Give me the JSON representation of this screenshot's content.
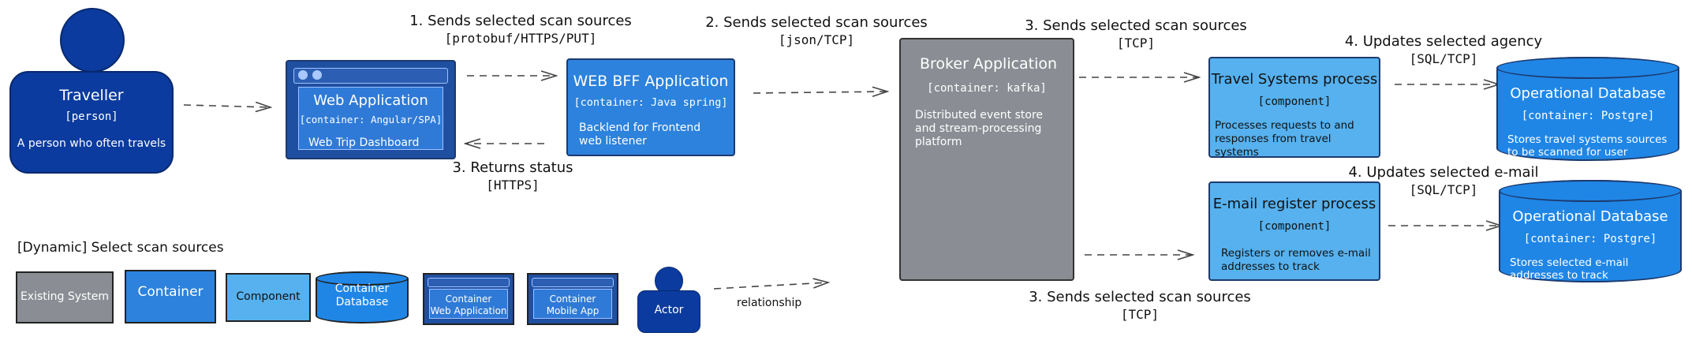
{
  "colors": {
    "person": "#0b3b9e",
    "container": "#2c82dc",
    "component": "#56b1ee",
    "existing": "#8a8e94",
    "database": "#1f86e6",
    "webapp_frame": "#1f4fa0",
    "edge": "#444444"
  },
  "nodes": {
    "traveller": {
      "title": "Traveller",
      "tech": "[person]",
      "desc": "A person who often travels"
    },
    "web_app": {
      "title": "Web Application",
      "tech": "[container: Angular/SPA]",
      "desc": "Web Trip Dashboard"
    },
    "bff": {
      "title": "WEB BFF Application",
      "tech": "[container: Java spring]",
      "desc": "Backlend for Frontend web listener"
    },
    "broker": {
      "title": "Broker Application",
      "tech": "[container: kafka]",
      "desc": "Distributed event store and stream-processing platform"
    },
    "travel_process": {
      "title": "Travel Systems process",
      "tech": "[component]",
      "desc": "Processes requests to and responses from travel systems"
    },
    "email_process": {
      "title": "E-mail register process",
      "tech": "[component]",
      "desc": "Registers or removes e-mail addresses to track"
    },
    "db1": {
      "title": "Operational Database",
      "tech": "[container: Postgre]",
      "desc": "Stores travel systems sources to be scanned for user"
    },
    "db2": {
      "title": "Operational Database",
      "tech": "[container: Postgre]",
      "desc": "Stores selected e-mail addresses to track"
    }
  },
  "edges": {
    "e1": {
      "label": "1. Sends selected scan sources",
      "tech": "[protobuf/HTTPS/PUT]"
    },
    "e2": {
      "label": "2. Sends selected scan sources",
      "tech": "[json/TCP]"
    },
    "e3r": {
      "label": "3. Returns status",
      "tech": "[HTTPS]"
    },
    "e3a": {
      "label": "3. Sends selected scan sources",
      "tech": "[TCP]"
    },
    "e3b": {
      "label": "3. Sends selected scan sources",
      "tech": "[TCP]"
    },
    "e4a": {
      "label": "4. Updates selected agency",
      "tech": "[SQL/TCP]"
    },
    "e4b": {
      "label": "4. Updates selected e-mail",
      "tech": "[SQL/TCP]"
    }
  },
  "legend": {
    "title": "[Dynamic] Select scan sources",
    "existing": "Existing System",
    "container": "Container",
    "component": "Component",
    "container_db_1": "Container",
    "container_db_2": "Database",
    "container_web_1": "Container",
    "container_web_2": "Web Application",
    "container_mobile_1": "Container",
    "container_mobile_2": "Mobile App",
    "actor": "Actor",
    "relationship": "relationship"
  }
}
